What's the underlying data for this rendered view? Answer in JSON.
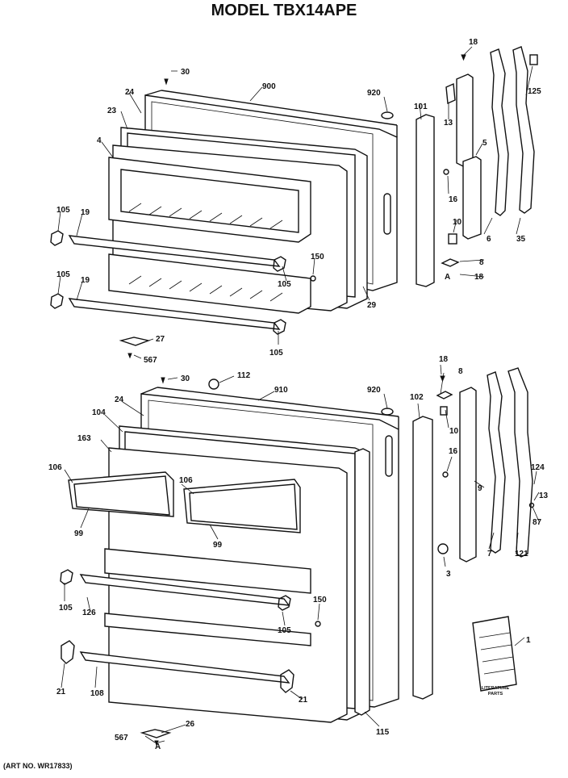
{
  "title": "MODEL TBX14APE",
  "art_number": "(ART NO. WR17833)",
  "literature": {
    "line1": "LITERATURE",
    "line2": "PARTS"
  },
  "top_door_labels": {
    "l18": "18",
    "l30": "30",
    "l900": "900",
    "l920": "920",
    "l24": "24",
    "l23": "23",
    "l101": "101",
    "l13": "13",
    "l5": "5",
    "l125": "125",
    "l4": "4",
    "l16": "16",
    "l10": "10",
    "l105a": "105",
    "l19a": "19",
    "l150": "150",
    "l105b": "105",
    "l105c": "105",
    "l19b": "19",
    "l29": "29",
    "l6": "6",
    "l35": "35",
    "l8": "8",
    "l18b": "18",
    "lA": "A",
    "l27": "27",
    "l567": "567",
    "l105d": "105"
  },
  "bottom_door_labels": {
    "l18": "18",
    "l8": "8",
    "l30": "30",
    "l112": "112",
    "l910": "910",
    "l920": "920",
    "l102": "102",
    "l24": "24",
    "l104": "104",
    "l10": "10",
    "l163": "163",
    "l16": "16",
    "l106a": "106",
    "l106b": "106",
    "l124": "124",
    "l9": "9",
    "l13": "13",
    "l87": "87",
    "l99a": "99",
    "l99b": "99",
    "l7": "7",
    "l121": "121",
    "l3": "3",
    "l1": "1",
    "l105a": "105",
    "l126": "126",
    "l150": "150",
    "l105b": "105",
    "l21a": "21",
    "l108": "108",
    "l21b": "21",
    "l567": "567",
    "l26": "26",
    "lA": "A",
    "l115": "115"
  }
}
